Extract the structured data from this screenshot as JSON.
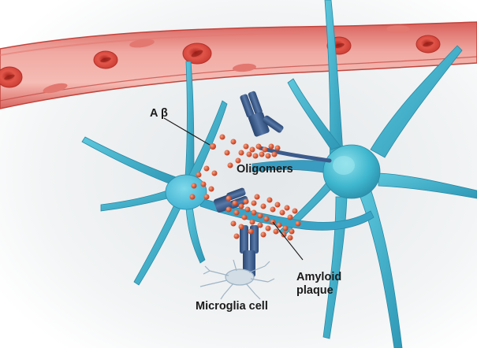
{
  "figure": {
    "labels": {
      "abeta": "A β",
      "oligomers": "Oligomers",
      "amyloid_line1": "Amyloid",
      "amyloid_line2": "plaque",
      "microglia": "Microglia cell"
    }
  },
  "colors": {
    "background_center": "#e6e9ec",
    "vessel_wall": "#e8837e",
    "vessel_lumen": "#f2b5ae",
    "red_cell": "#d9453c",
    "neuron_body": "#4fc4dc",
    "neuron_process": "#3ab0cc",
    "antibody": "#3b5b8c",
    "abeta_particle": "#d9603e",
    "microglia": "#c9d6e0",
    "text": "#1a1a1a"
  }
}
